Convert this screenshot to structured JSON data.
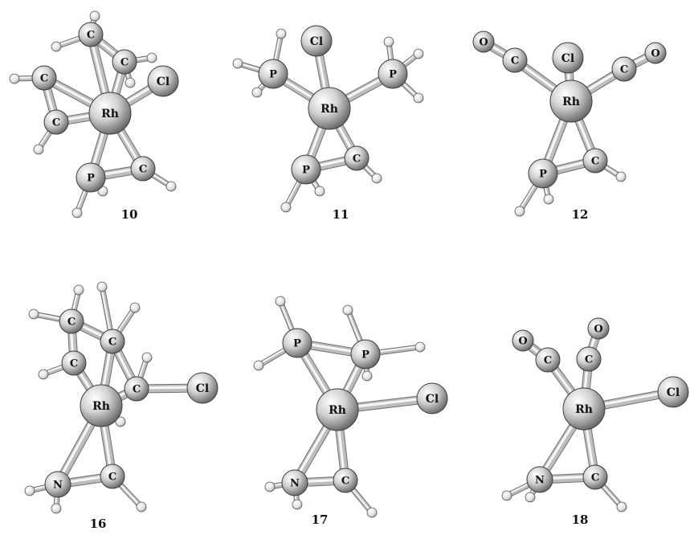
{
  "structures": [
    {
      "id": "10",
      "caption": "10",
      "atoms": [
        {
          "el": "C",
          "label": "C"
        },
        {
          "el": "C",
          "label": "C"
        },
        {
          "el": "C",
          "label": "C"
        },
        {
          "el": "C",
          "label": "C"
        },
        {
          "el": "Rh",
          "label": "Rh"
        },
        {
          "el": "Cl",
          "label": "Cl"
        },
        {
          "el": "P",
          "label": "P"
        },
        {
          "el": "C",
          "label": "C"
        }
      ]
    },
    {
      "id": "11",
      "caption": "11",
      "atoms": [
        {
          "el": "Cl",
          "label": "Cl"
        },
        {
          "el": "P",
          "label": "P"
        },
        {
          "el": "P",
          "label": "P"
        },
        {
          "el": "Rh",
          "label": "Rh"
        },
        {
          "el": "P",
          "label": "P"
        },
        {
          "el": "C",
          "label": "C"
        }
      ]
    },
    {
      "id": "12",
      "caption": "12",
      "atoms": [
        {
          "el": "O",
          "label": "O"
        },
        {
          "el": "C",
          "label": "C"
        },
        {
          "el": "Cl",
          "label": "Cl"
        },
        {
          "el": "C",
          "label": "C"
        },
        {
          "el": "O",
          "label": "O"
        },
        {
          "el": "Rh",
          "label": "Rh"
        },
        {
          "el": "P",
          "label": "P"
        },
        {
          "el": "C",
          "label": "C"
        }
      ]
    },
    {
      "id": "16",
      "caption": "16",
      "atoms": [
        {
          "el": "C",
          "label": "C"
        },
        {
          "el": "C",
          "label": "C"
        },
        {
          "el": "C",
          "label": "C"
        },
        {
          "el": "Rh",
          "label": "Rh"
        },
        {
          "el": "C",
          "label": "C"
        },
        {
          "el": "Cl",
          "label": "Cl"
        },
        {
          "el": "N",
          "label": "N"
        },
        {
          "el": "C",
          "label": "C"
        }
      ]
    },
    {
      "id": "17",
      "caption": "17",
      "atoms": [
        {
          "el": "P",
          "label": "P"
        },
        {
          "el": "P",
          "label": "P"
        },
        {
          "el": "Rh",
          "label": "Rh"
        },
        {
          "el": "Cl",
          "label": "Cl"
        },
        {
          "el": "N",
          "label": "N"
        },
        {
          "el": "C",
          "label": "C"
        }
      ]
    },
    {
      "id": "18",
      "caption": "18",
      "atoms": [
        {
          "el": "O",
          "label": "O"
        },
        {
          "el": "C",
          "label": "C"
        },
        {
          "el": "O",
          "label": "O"
        },
        {
          "el": "C",
          "label": "C"
        },
        {
          "el": "Rh",
          "label": "Rh"
        },
        {
          "el": "Cl",
          "label": "Cl"
        },
        {
          "el": "N",
          "label": "N"
        },
        {
          "el": "C",
          "label": "C"
        }
      ]
    }
  ],
  "colors": {
    "atom_light": "#ffffff",
    "atom_mid": "#c8c8c8",
    "atom_dark": "#5a5a5a",
    "bond_light": "#f4f4f4",
    "bond_dark": "#8a8a8a",
    "outline": "#3a3a3a"
  }
}
